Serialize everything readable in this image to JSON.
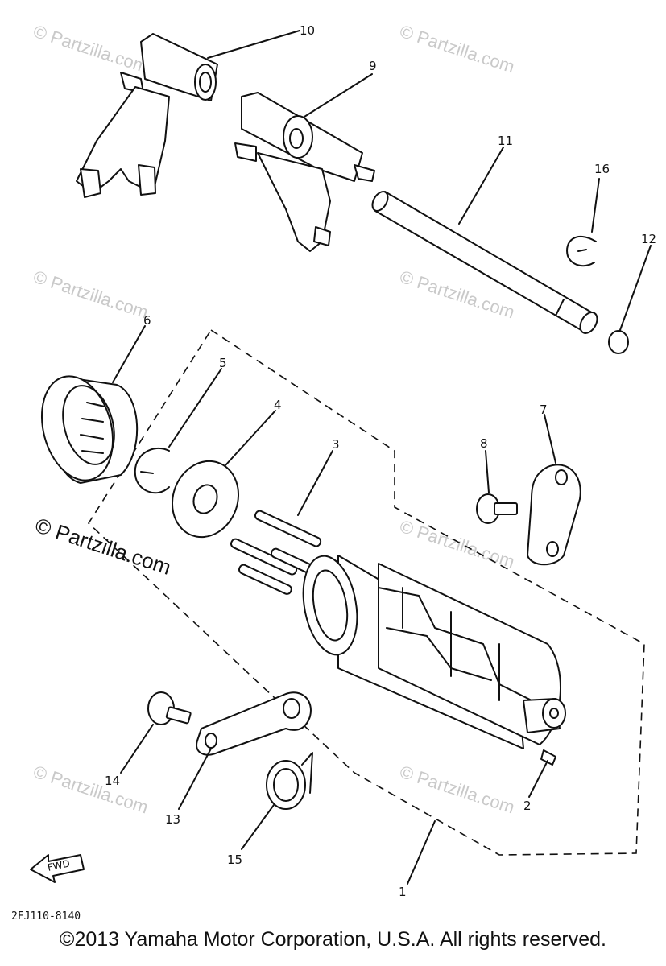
{
  "diagram": {
    "callouts": [
      "10",
      "9",
      "11",
      "16",
      "12",
      "6",
      "5",
      "4",
      "3",
      "7",
      "8",
      "14",
      "13",
      "15",
      "2",
      "1"
    ],
    "fwd_arrow_label": "FWD",
    "part_code": "2FJ110-8140",
    "watermark": "© Partzilla.com",
    "copyright": "©2013 Yamaha Motor Corporation, U.S.A. All rights reserved."
  }
}
